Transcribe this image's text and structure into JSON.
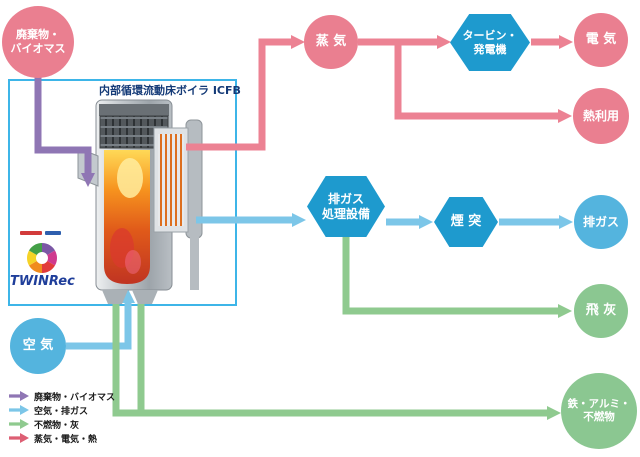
{
  "diagram": {
    "box_title": "内部循環流動床ボイラ ICFB",
    "logo": {
      "brand": "TWINRec"
    }
  },
  "nodes": {
    "waste_biomass": {
      "line1": "廃棄物・",
      "line2": "バイオマス",
      "color": "#ea7f90"
    },
    "air": {
      "label": "空 気",
      "color": "#54b4de"
    },
    "steam": {
      "label": "蒸 気",
      "color": "#ea7f90"
    },
    "turbine_generator": {
      "line1": "タービン・",
      "line2": "発電機",
      "color": "#1e9ace"
    },
    "electricity": {
      "label": "電 気",
      "color": "#ea7f90"
    },
    "heat_use": {
      "label": "熱利用",
      "color": "#ea7f90"
    },
    "flue_gas_treatment": {
      "line1": "排ガス",
      "line2": "処理設備",
      "color": "#1e9ace"
    },
    "stack": {
      "label": "煙 突",
      "color": "#1e9ace"
    },
    "flue_gas": {
      "label": "排ガス",
      "color": "#54b4de"
    },
    "fly_ash": {
      "label": "飛 灰",
      "color": "#8bc791"
    },
    "metals_incombustibles": {
      "line1": "鉄・アルミ・",
      "line2": "不燃物",
      "color": "#8bc791"
    }
  },
  "legend": {
    "items": [
      {
        "label": "廃棄物・バイオマス",
        "color": "#8f76b4"
      },
      {
        "label": "空気・排ガス",
        "color": "#7cc6e8"
      },
      {
        "label": "不燃物・灰",
        "color": "#8fca8f"
      },
      {
        "label": "蒸気・電気・熱",
        "color": "#dd5f74"
      }
    ]
  }
}
